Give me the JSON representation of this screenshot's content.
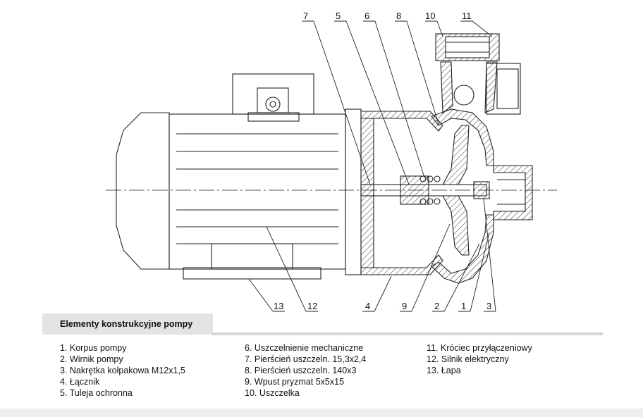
{
  "callouts": [
    "7",
    "5",
    "6",
    "8",
    "10",
    "11",
    "13",
    "12",
    "4",
    "9",
    "2",
    "1",
    "3"
  ],
  "section_title": "Elementy konstrukcyjne pompy",
  "legend": {
    "col1": [
      "1. Korpus pompy",
      "2. Wirnik pompy",
      "3. Nakrętka kołpakowa M12x1,5",
      "4. Łącznik",
      "5. Tuleja ochronna"
    ],
    "col2": [
      "6. Uszczelnienie mechaniczne",
      "7. Pierścień uszczeln. 15,3x2,4",
      "8. Pierścień uszczeln. 140x3",
      "9. Wpust pryzmat 5x5x15",
      "10. Uszczelka"
    ],
    "col3": [
      "11. Króciec przyłączeniowy",
      "12. Silnik elektryczny",
      "13. Łapa"
    ]
  },
  "colors": {
    "header_bg": "#e3e3e3",
    "rule": "#d6d6d6",
    "footer": "#eeeeee",
    "ink": "#222222"
  }
}
